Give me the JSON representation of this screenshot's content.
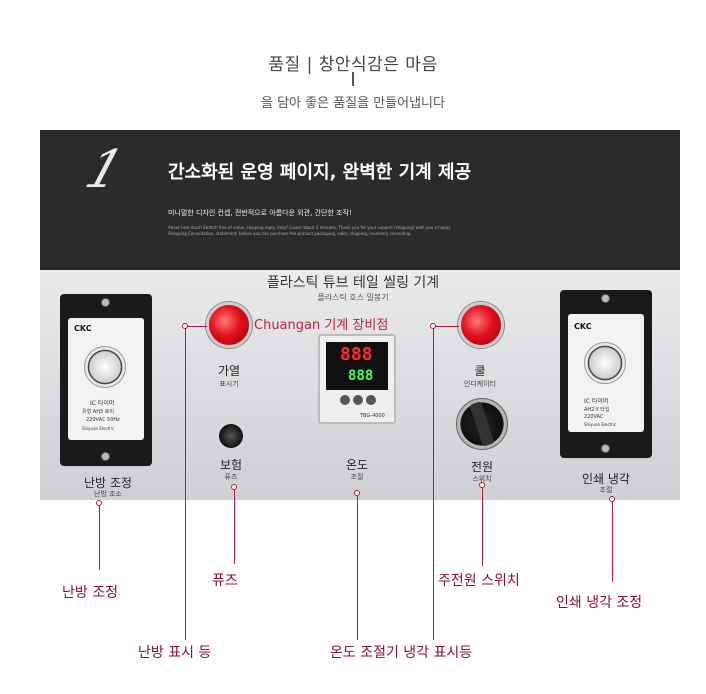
{
  "header": {
    "title": "품질 | 창안식감은 마음",
    "subtitle": "을 담아 좋은 품질을 만들어냅니다"
  },
  "banner": {
    "number": "1",
    "title": "간소화된 운영 페이지, 완벽한 기계 제공",
    "description": "미니멀한 디자인 컨셉, 전반적으로 아름다운 외관, 간단한 조작!",
    "fineprint": "About how much Stretch free of value, shipping reply, help? Cause about 3 minutes. Thank you for your support (shipping) wish you a happy Shopping Consultation, statement: before you can purchase the product packaging, color, shipping, inventory consulting."
  },
  "panel": {
    "title": "플라스틱 튜브 테일 씰링 기계",
    "subtitle": "플라스틱 호스 밀봉기",
    "overlay": "Chuangan 기계 장비점",
    "left_timer": {
      "brand": "CKC",
      "label": "IC 타이머",
      "model": "유형 AH3 로이",
      "spec": "220VAC 50Hz",
      "maker": "Shiyuan Electric"
    },
    "right_timer": {
      "brand": "CKC",
      "label": "IC 타이머",
      "model": "AH2-Y 타입",
      "spec": "220VAC",
      "maker": "Shiyuan Electric"
    },
    "heat_lamp": {
      "label": "가열",
      "sub": "표시기"
    },
    "fuse": {
      "label": "보험",
      "sub": "퓨즈"
    },
    "temp": {
      "label": "온도",
      "sub": "조절",
      "pv": "888",
      "sv": "888",
      "model": "TBG-4000"
    },
    "cool_lamp": {
      "label": "쿨",
      "sub": "인디케이터"
    },
    "power": {
      "label": "전원",
      "sub": "스위치"
    },
    "heat_adjust": {
      "label": "난방 조정",
      "sub": "난방 조소"
    },
    "print_cool": {
      "label": "인쇄 냉각",
      "sub": "조절"
    }
  },
  "callouts": {
    "heat_adjust": "난방 조정",
    "heat_lamp": "난방 표시 등",
    "fuse": "퓨즈",
    "temp_cool_lamp": "온도 조절기 냉각 표시등",
    "power_switch": "주전원 스위치",
    "print_cool": "인쇄 냉각 조정"
  },
  "colors": {
    "accent": "#b51a3a",
    "banner": "#2b2b2b",
    "lamp": "#e0101a"
  }
}
